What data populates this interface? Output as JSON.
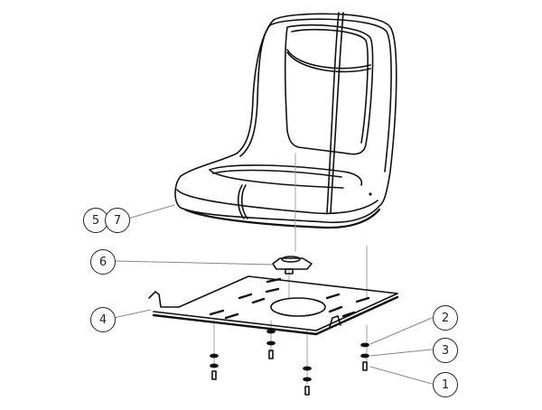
{
  "diagram": {
    "type": "exploded-parts-view",
    "subject": "seat assembly",
    "parts": [
      {
        "id": "seat",
        "callouts": [
          "5",
          "7"
        ]
      },
      {
        "id": "swivel-bracket",
        "callouts": [
          "6"
        ]
      },
      {
        "id": "mounting-plate",
        "callouts": [
          "4"
        ]
      },
      {
        "id": "washer-upper",
        "callouts": [
          "2"
        ]
      },
      {
        "id": "washer-lower",
        "callouts": [
          "3"
        ]
      },
      {
        "id": "bolt",
        "callouts": [
          "1"
        ]
      }
    ],
    "callouts": {
      "c5": "5",
      "c7": "7",
      "c6": "6",
      "c4": "4",
      "c2": "2",
      "c3": "3",
      "c1": "1"
    },
    "colors": {
      "line": "#111111",
      "leader": "#888888",
      "background": "#ffffff"
    }
  }
}
